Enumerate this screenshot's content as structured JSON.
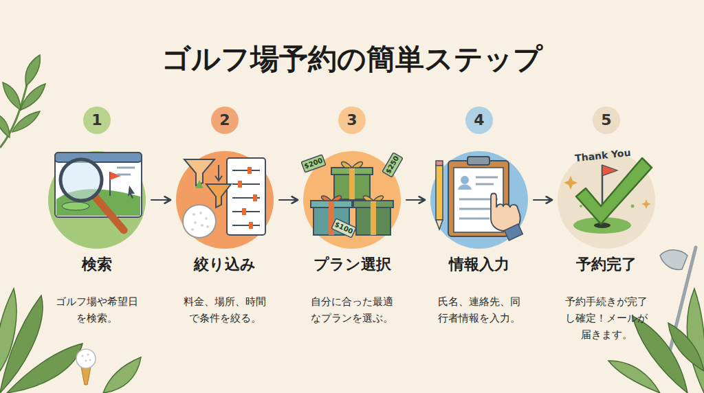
{
  "diagram": {
    "title": "ゴルフ場予約の簡単ステップ",
    "nodes": [
      {
        "text": [
          "1"
        ]
      },
      {
        "text": [
          "検索",
          "ゴルフ場や希望日 を検索。"
        ]
      },
      {
        "text": [
          "2"
        ]
      },
      {
        "text": [
          "絞り込み",
          "料金、場所、時間 で条件を絞る。"
        ]
      },
      {
        "text": [
          "3"
        ]
      },
      {
        "text": [
          "プラン選択",
          "自分に合った最適 なプランを選ぶ。"
        ]
      },
      {
        "text": [
          "4"
        ]
      },
      {
        "text": [
          "情報入力",
          "氏名、連絡先、同 行者情報を入力。"
        ]
      },
      {
        "text": [
          "5"
        ]
      },
      {
        "text": [
          "予約完了",
          "予約手続きが完了 し確定！メールが 届きます。"
        ]
      }
    ],
    "edges": [
      {
        "from": 1,
        "to": 3,
        "arrow": "to"
      },
      {
        "from": 3,
        "to": 5,
        "arrow": "to"
      },
      {
        "from": 5,
        "to": 7,
        "arrow": "to"
      },
      {
        "from": 7,
        "to": 9,
        "arrow": "to"
      }
    ],
    "labels": [
      "$200",
      "$250",
      "$100",
      "Thank You"
    ]
  }
}
